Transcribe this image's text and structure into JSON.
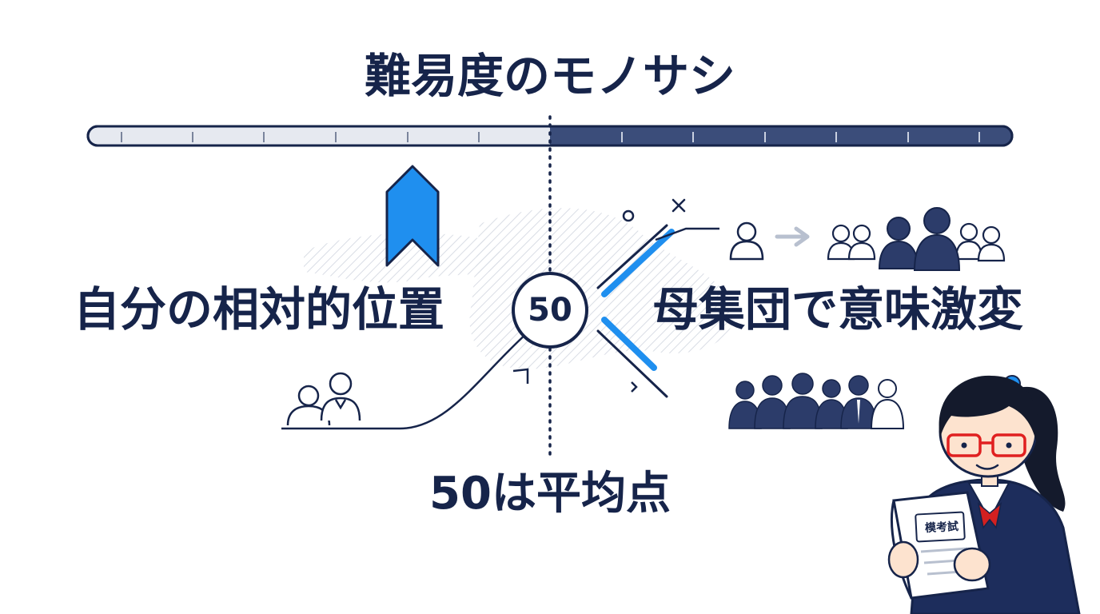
{
  "title": "難易度のモノサシ",
  "left_label": "自分の相対的位置",
  "right_label": "母集団で意味激変",
  "avg_label": "50は平均点",
  "center_value": "50",
  "book_label": "模考試",
  "colors": {
    "navy": "#16244a",
    "dark_bar": "#3b4d7a",
    "light_bar": "#e6e9f0",
    "accent_blue": "#1f8fef",
    "hatch": "#d7dbe3",
    "skin": "#fde3cf",
    "glasses": "#e02020"
  },
  "icons": [
    "bookmark-icon",
    "person-icon",
    "people-group-icon",
    "arrow-right-icon",
    "sparkle-icon",
    "student-illustration"
  ]
}
